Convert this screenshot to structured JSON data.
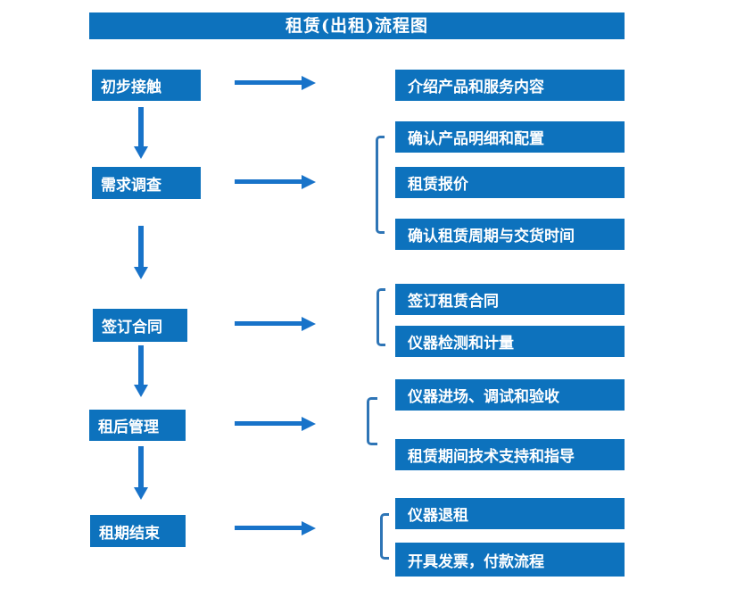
{
  "title": "租赁(出租)流程图",
  "colors": {
    "box_blue": "#0d72bd",
    "arrow_blue": "#1873c9",
    "bracket_blue": "#2e75b6",
    "text_white": "#ffffff"
  },
  "stages": [
    {
      "label": "初步接触",
      "outputs": [
        "介绍产品和服务内容"
      ]
    },
    {
      "label": "需求调查",
      "outputs": [
        "确认产品明细和配置",
        "租赁报价",
        "确认租赁周期与交货时间"
      ]
    },
    {
      "label": "签订合同",
      "outputs": [
        "签订租赁合同",
        "仪器检测和计量"
      ]
    },
    {
      "label": "租后管理",
      "outputs": [
        "仪器进场、调试和验收",
        "租赁期间技术支持和指导"
      ]
    },
    {
      "label": "租期结束",
      "outputs": [
        "仪器退租",
        "开具发票，付款流程"
      ]
    }
  ]
}
